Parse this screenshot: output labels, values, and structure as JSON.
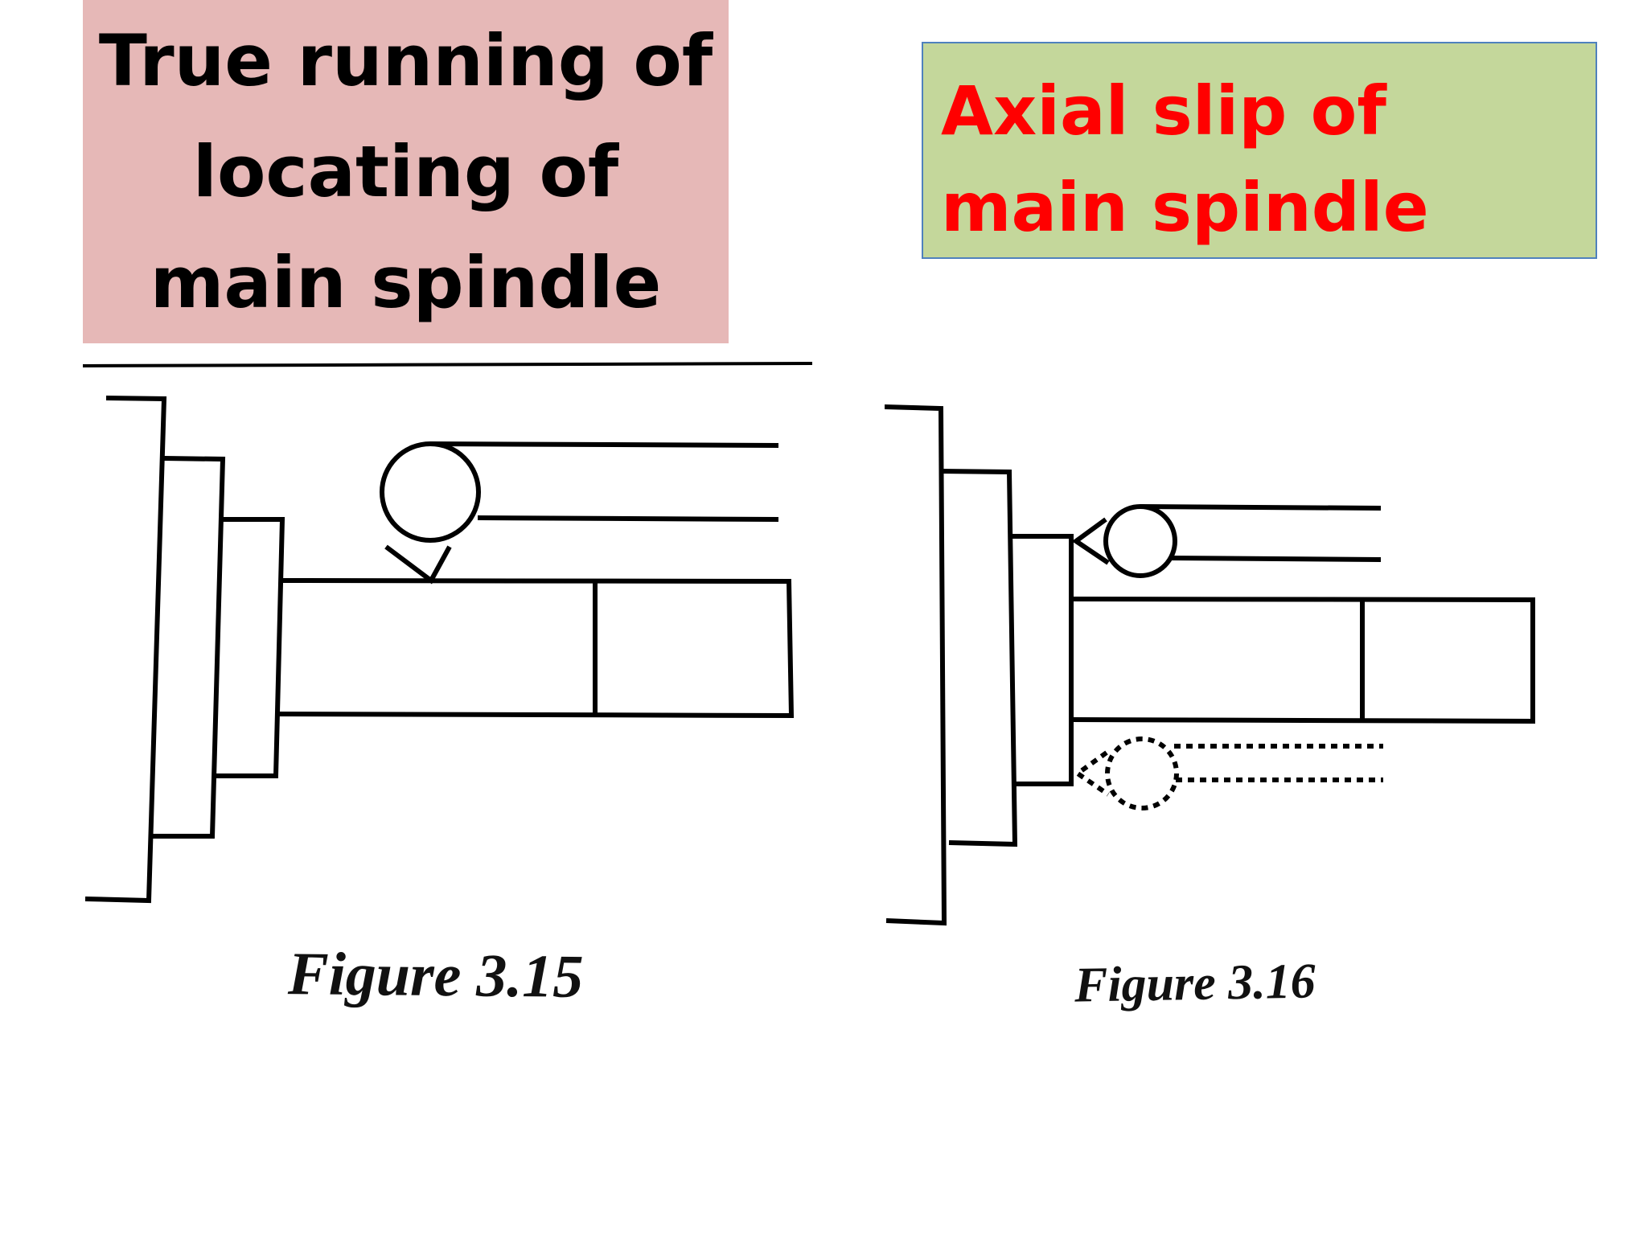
{
  "slide": {
    "left_title": "True running of locating of main spindle",
    "right_title": "Axial slip of main spindle",
    "figure_left_caption": "Figure 3.15",
    "figure_right_caption": "Figure 3.16",
    "left_title_bg": "#e6b8b7",
    "right_title_bg": "#c4d79b",
    "right_title_color": "#ff0000",
    "right_title_border": "#4f81bd"
  }
}
